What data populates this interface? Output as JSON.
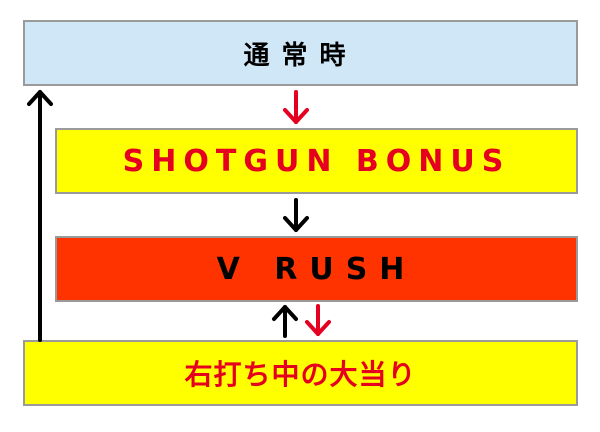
{
  "nodes": {
    "normal": {
      "label": "通常時"
    },
    "shotgun": {
      "label": "SHOTGUN BONUS"
    },
    "vrush": {
      "label": "V RUSH"
    },
    "right": {
      "label": "右打ち中の大当り"
    }
  },
  "edges": [
    {
      "from": "normal",
      "to": "shotgun",
      "color": "#e4001e"
    },
    {
      "from": "shotgun",
      "to": "vrush",
      "color": "#000000"
    },
    {
      "from": "vrush",
      "to": "right",
      "color": "#e4001e"
    },
    {
      "from": "right",
      "to": "vrush",
      "color": "#000000"
    },
    {
      "from": "right",
      "to": "normal",
      "color": "#000000"
    }
  ],
  "colors": {
    "normal_bg": "#cfe7f6",
    "bonus_bg": "#ffff00",
    "rush_bg": "#ff3300",
    "red_text": "#e4001e"
  }
}
